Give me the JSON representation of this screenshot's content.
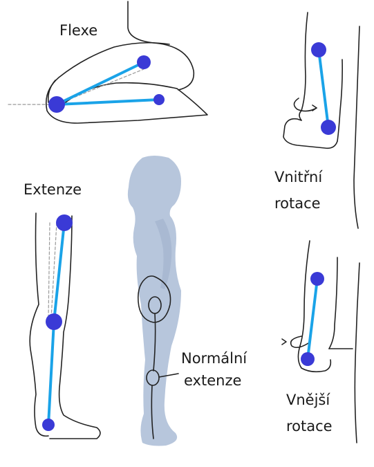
{
  "labels": {
    "flexion": "Flexe",
    "extension": "Extenze",
    "internal_rotation_line1": "Vnitřní",
    "internal_rotation_line2": "rotace",
    "external_rotation_line1": "Vnější",
    "external_rotation_line2": "rotace",
    "normal_extension_line1": "Normální",
    "normal_extension_line2": "extenze"
  },
  "colors": {
    "outline": "#222222",
    "joint_marker": "#3a3ad6",
    "segment_line": "#1aa3e8",
    "silhouette": "#b7c6dc",
    "guide_dashed": "#999999"
  }
}
